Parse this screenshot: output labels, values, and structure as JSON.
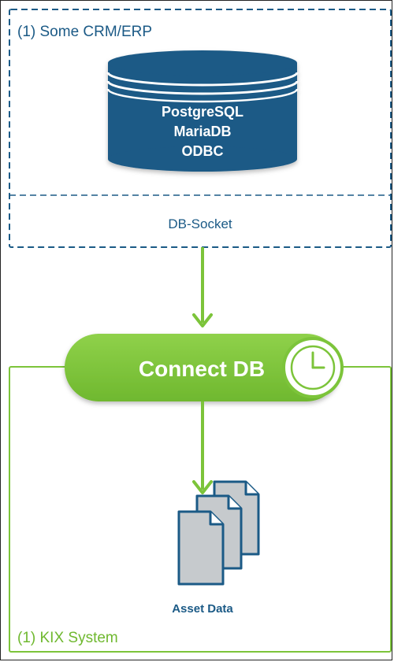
{
  "source_group": {
    "title": "(1) Some CRM/ERP",
    "database_lines": [
      "PostgreSQL",
      "MariaDB",
      "ODBC"
    ],
    "socket_label": "DB-Socket"
  },
  "connector": {
    "label": "Connect DB",
    "icon": "clock-icon"
  },
  "target_group": {
    "title": "(1) KIX System",
    "documents_label": "Asset Data",
    "icon": "documents-icon"
  },
  "colors": {
    "accent_blue": "#1b5a86",
    "accent_green": "#7cc43a",
    "frame_border": "#222222"
  }
}
